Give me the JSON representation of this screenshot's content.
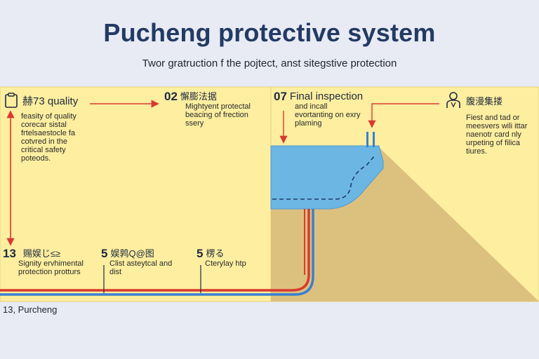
{
  "header": {
    "title": "Pucheng protective system",
    "subtitle": "Twor gratruction f the pojtect, anst sitegstive protection"
  },
  "steps": [
    {
      "num": "",
      "head": "赫73 quality",
      "desc": "feasity of quality\ncorecar sistal\nfrtelsaestocle fa\ncotvred in the\ncritical safety\npoteods.",
      "icon": "clipboard-icon"
    },
    {
      "num": "02",
      "head": "懈膨法据",
      "desc": "Mightyent protectal\nbeacing of frection\nssery"
    },
    {
      "num": "07",
      "head": "Final inspection",
      "desc": "and incall\nevortanting on exry\nplaming"
    },
    {
      "num": "",
      "head": "腹漫集搂",
      "desc": "Fiest and tad or\nmeesvers wili ittar\nnaenotr card nly\nurpeting of filica\ntiures.",
      "icon": "person-icon"
    },
    {
      "num": "13",
      "head": "赐娱じ≤≥",
      "desc": "Signity ervhimental\nprotection protturs"
    },
    {
      "num": "5",
      "head": "娱鹑Q@图",
      "desc": "Clist asteytcal and\ndist"
    },
    {
      "num": "5",
      "head": "楞る",
      "desc": "Cterylay htp"
    }
  ],
  "footer": {
    "label": "13, Purcheng"
  },
  "colors": {
    "panel": "#fdeea0",
    "panel_border": "#e8d27a",
    "ground": "#dcc17e",
    "tank": "#6cb6e4",
    "arrow": "#d93a2e",
    "pipe_blue": "#3a7fd0",
    "pipe_red": "#d93a2e"
  }
}
